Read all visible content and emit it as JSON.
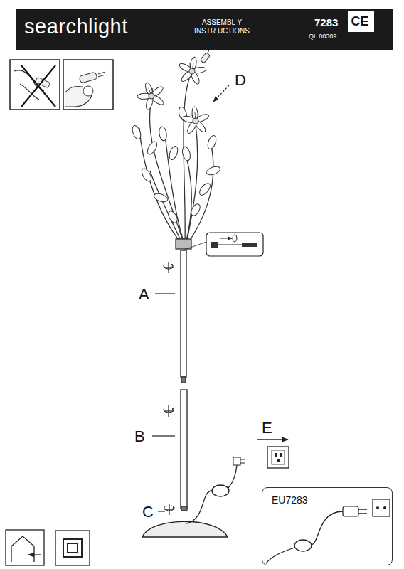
{
  "diagram": {
    "nodes": [
      {
        "text": [
          "searchlight",
          "ASSEMBL Y INSTR UCTIONS",
          "7283",
          "QL 00309"
        ]
      },
      {
        "text": [
          "CE"
        ],
        "in": 0
      },
      {
        "text": [
          "EU7283"
        ]
      }
    ],
    "labels": [
      "D",
      "A",
      "B",
      "C",
      "E"
    ]
  }
}
